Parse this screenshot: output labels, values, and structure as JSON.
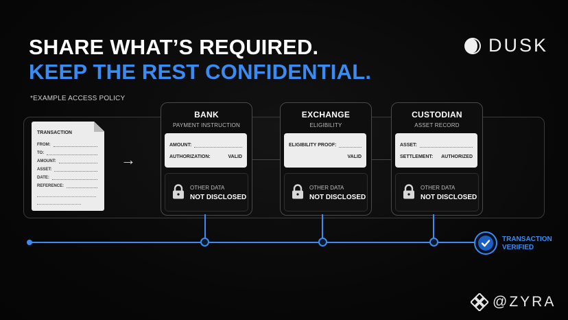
{
  "headline": {
    "line1": "SHARE WHAT’S REQUIRED.",
    "line2": "KEEP THE REST CONFIDENTIAL.",
    "accent_color": "#3b8cf2"
  },
  "note": "*EXAMPLE ACCESS POLICY",
  "brand": {
    "name": "DUSK",
    "icon": "dusk-logo-icon"
  },
  "transaction_doc": {
    "title": "TRANSACTION",
    "fields": [
      "FROM:",
      "TO:",
      "AMOUNT:",
      "ASSET:",
      "DATE:",
      "REFERENCE:"
    ]
  },
  "cards": [
    {
      "title": "BANK",
      "subtitle": "PAYMENT INSTRUCTION",
      "fields": [
        {
          "label": "AMOUNT:",
          "value": ""
        },
        {
          "label": "AUTHORIZATION:",
          "value": "VALID"
        }
      ],
      "other_label": "OTHER DATA",
      "hidden_label": "NOT DISCLOSED"
    },
    {
      "title": "EXCHANGE",
      "subtitle": "ELIGIBILITY",
      "fields": [
        {
          "label": "ELIGIBILITY PROOF:",
          "value": ""
        },
        {
          "label": "",
          "value": "VALID"
        }
      ],
      "other_label": "OTHER DATA",
      "hidden_label": "NOT DISCLOSED"
    },
    {
      "title": "CUSTODIAN",
      "subtitle": "ASSET RECORD",
      "fields": [
        {
          "label": "ASSET:",
          "value": ""
        },
        {
          "label": "SETTLEMENT:",
          "value": "AUTHORIZED"
        }
      ],
      "other_label": "OTHER DATA",
      "hidden_label": "NOT DISCLOSED"
    }
  ],
  "verified": {
    "line1": "TRANSACTION",
    "line2": "VERIFIED"
  },
  "watermark": {
    "text": "@ZYRA",
    "icon": "binance-diamond-icon"
  }
}
